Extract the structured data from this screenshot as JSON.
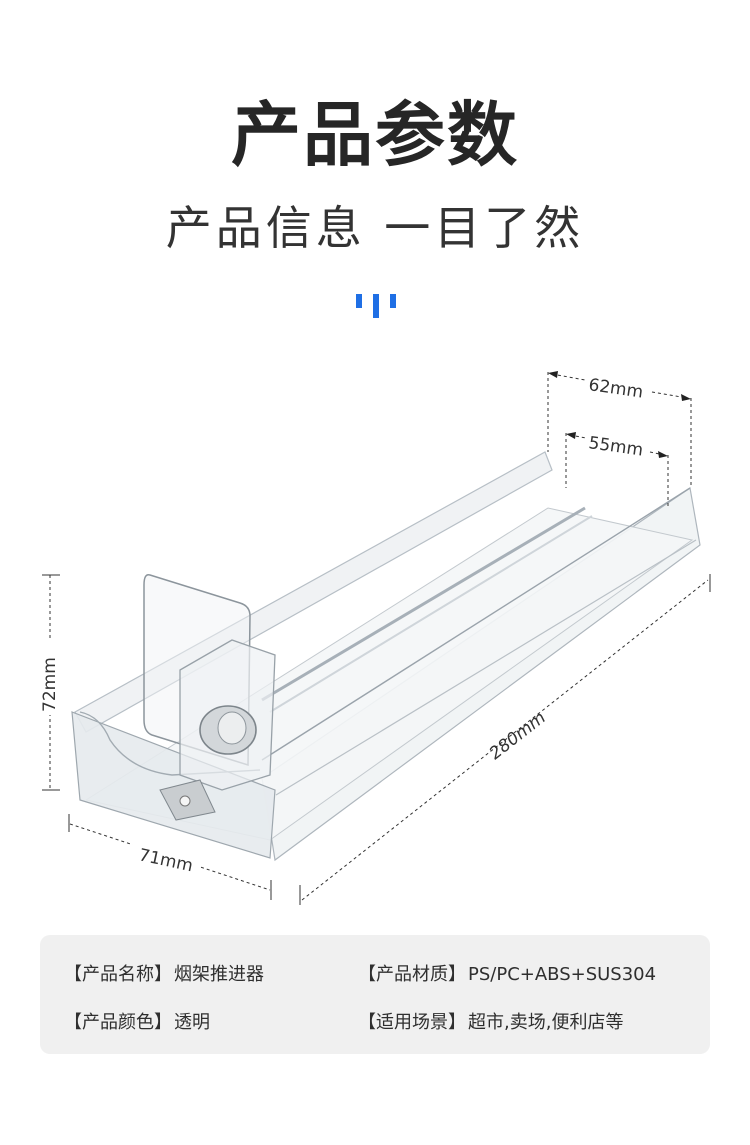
{
  "header": {
    "title": "产品参数",
    "subtitle": "产品信息 一目了然"
  },
  "dimensions": {
    "outer_width": "62mm",
    "inner_width": "55mm",
    "height": "72mm",
    "length": "280mm",
    "front_width": "71mm"
  },
  "specs": [
    {
      "label": "【产品名称】",
      "value": "烟架推进器"
    },
    {
      "label": "【产品材质】",
      "value": "PS/PC+ABS+SUS304"
    },
    {
      "label": "【产品颜色】",
      "value": "透明"
    },
    {
      "label": "【适用场景】",
      "value": "超市,卖场,便利店等"
    }
  ],
  "colors": {
    "accent": "#1f6fe5",
    "panel_bg": "#f0f0f0",
    "text": "#262626"
  }
}
